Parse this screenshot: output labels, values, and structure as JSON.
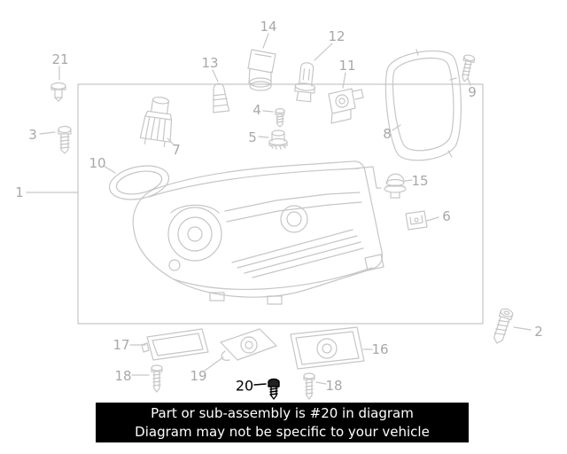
{
  "colors": {
    "diagram_line": "#c6c6c6",
    "callout_text": "#a8a8a8",
    "highlight": "#000000",
    "banner_bg": "#000000",
    "banner_text": "#ffffff"
  },
  "diagram": {
    "highlighted_part": "20",
    "callouts": {
      "c1": "1",
      "c2": "2",
      "c3": "3",
      "c4": "4",
      "c5": "5",
      "c6": "6",
      "c7": "7",
      "c8": "8",
      "c9": "9",
      "c10": "10",
      "c11": "11",
      "c12": "12",
      "c13": "13",
      "c14": "14",
      "c15": "15",
      "c16": "16",
      "c17": "17",
      "c18a": "18",
      "c18b": "18",
      "c19": "19",
      "c20": "20",
      "c21": "21"
    }
  },
  "banner": {
    "line1": "Part or sub-assembly is #20 in diagram",
    "line2": "Diagram may not be specific to your vehicle"
  }
}
